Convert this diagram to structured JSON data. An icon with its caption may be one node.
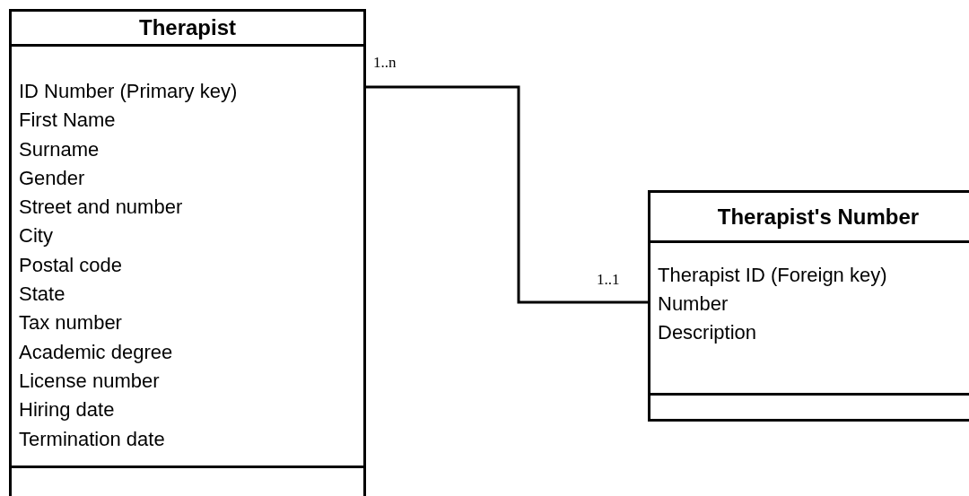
{
  "diagram": {
    "nodes": [
      {
        "text": [
          "Therapist",
          "ID Number (Primary key)",
          "First Name",
          "Surname",
          "Gender",
          "Street and number",
          "City",
          "Postal code",
          "State",
          "Tax number",
          "Academic degree",
          "License number",
          "Hiring date",
          "Termination date"
        ]
      },
      {
        "text": [
          "Therapist's Number",
          "Therapist ID (Foreign key)",
          "Number",
          "Description"
        ]
      }
    ],
    "edges": [
      {
        "from": 0,
        "to": 1,
        "arrow": "none"
      }
    ],
    "labels": [
      "1..n",
      "1..1"
    ]
  }
}
